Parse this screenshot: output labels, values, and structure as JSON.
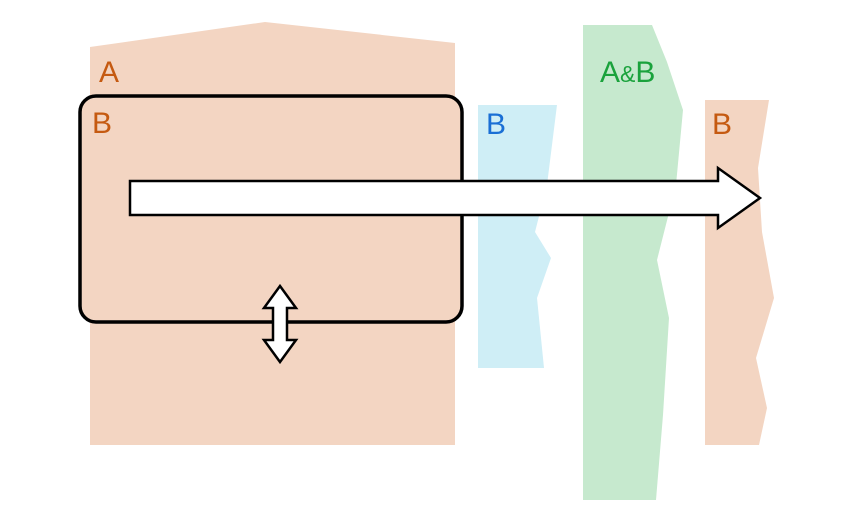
{
  "diagram": {
    "background": "#ffffff",
    "colors": {
      "region_a_fill": "#f3d5c2",
      "strip_b_cyan_fill": "#cfeef6",
      "strip_ab_green_fill": "#c6e9ce",
      "strip_b_right_fill": "#f3d5c2",
      "label_a_color": "#c55a11",
      "label_box_b_color": "#c55a11",
      "label_b_blue_color": "#1a6fd5",
      "label_ab_color": "#1aa23c",
      "label_b_right_color": "#c55a11",
      "outline_color": "#000000",
      "arrow_fill": "#ffffff"
    },
    "labels": {
      "region_a": "A",
      "box_b": "B",
      "strip_b_cyan": "B",
      "strip_ab": {
        "a": "A",
        "amp": "&",
        "b": "B"
      },
      "strip_b_right": "B"
    }
  }
}
